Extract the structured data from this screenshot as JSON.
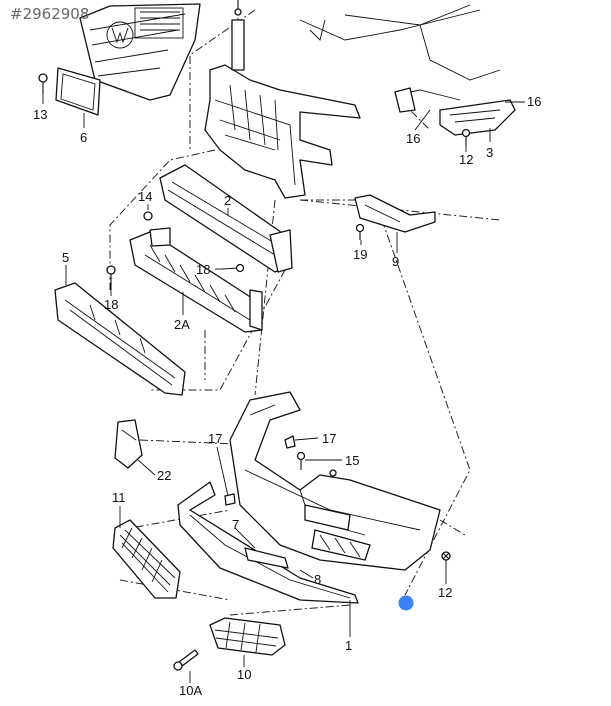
{
  "diagram_id": "#2962908",
  "accent_color": "#3b82f6",
  "labels": {
    "p13": "13",
    "p6": "6",
    "p16a": "16",
    "p16b": "16",
    "p12a": "12",
    "p3": "3",
    "p14": "14",
    "p2": "2",
    "p5": "5",
    "p18a": "18",
    "p18b": "18",
    "p2A": "2A",
    "p19": "19",
    "p9": "9",
    "p17a": "17",
    "p17b": "17",
    "p15": "15",
    "p22": "22",
    "p11": "11",
    "p7": "7",
    "p8": "8",
    "p12b": "12",
    "p1": "1",
    "p10": "10",
    "p10A": "10A"
  }
}
